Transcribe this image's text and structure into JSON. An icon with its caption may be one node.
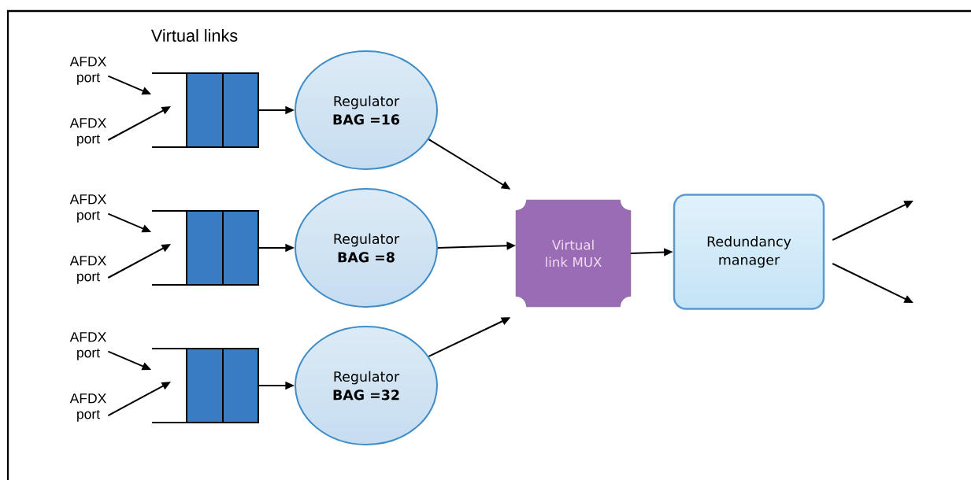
{
  "diagram": {
    "nodes": [
      {
        "text": [
          "AFDX port"
        ]
      },
      {
        "text": [
          "AFDX port"
        ]
      },
      {
        "text": [],
        "shape": "box"
      },
      {
        "text": [
          "Regulator",
          "BAG =16"
        ]
      },
      {
        "text": [
          "AFDX port"
        ]
      },
      {
        "text": [
          "AFDX port"
        ]
      },
      {
        "text": [],
        "shape": "box"
      },
      {
        "text": [
          "Regulator",
          "BAG =8"
        ]
      },
      {
        "text": [
          "AFDX port"
        ]
      },
      {
        "text": [
          "AFDX port"
        ]
      },
      {
        "text": [],
        "shape": "box"
      },
      {
        "text": [
          "Regulator",
          "BAG =32"
        ]
      },
      {
        "text": [
          "Virtual link MUX"
        ]
      },
      {
        "text": [
          "Redundancy manager"
        ]
      }
    ],
    "edges": [
      {
        "from": 0,
        "to": 2,
        "arrow": "to"
      },
      {
        "from": 1,
        "to": 2,
        "arrow": "to"
      },
      {
        "from": 2,
        "to": 3,
        "arrow": "to"
      },
      {
        "from": 4,
        "to": 6,
        "arrow": "to"
      },
      {
        "from": 5,
        "to": 6,
        "arrow": "to"
      },
      {
        "from": 6,
        "to": 7,
        "arrow": "to"
      },
      {
        "from": 8,
        "to": 10,
        "arrow": "to"
      },
      {
        "from": 9,
        "to": 10,
        "arrow": "to"
      },
      {
        "from": 10,
        "to": 11,
        "arrow": "to"
      },
      {
        "from": 3,
        "to": 12,
        "arrow": "to"
      },
      {
        "from": 7,
        "to": 12,
        "arrow": "to"
      },
      {
        "from": 11,
        "to": 12,
        "arrow": "to"
      },
      {
        "from": 12,
        "to": 13,
        "arrow": "to"
      },
      {
        "from": 13,
        "to": null,
        "arrow": "to"
      },
      {
        "from": 13,
        "to": null,
        "arrow": "to"
      }
    ],
    "labels": [
      "Virtual links"
    ]
  }
}
